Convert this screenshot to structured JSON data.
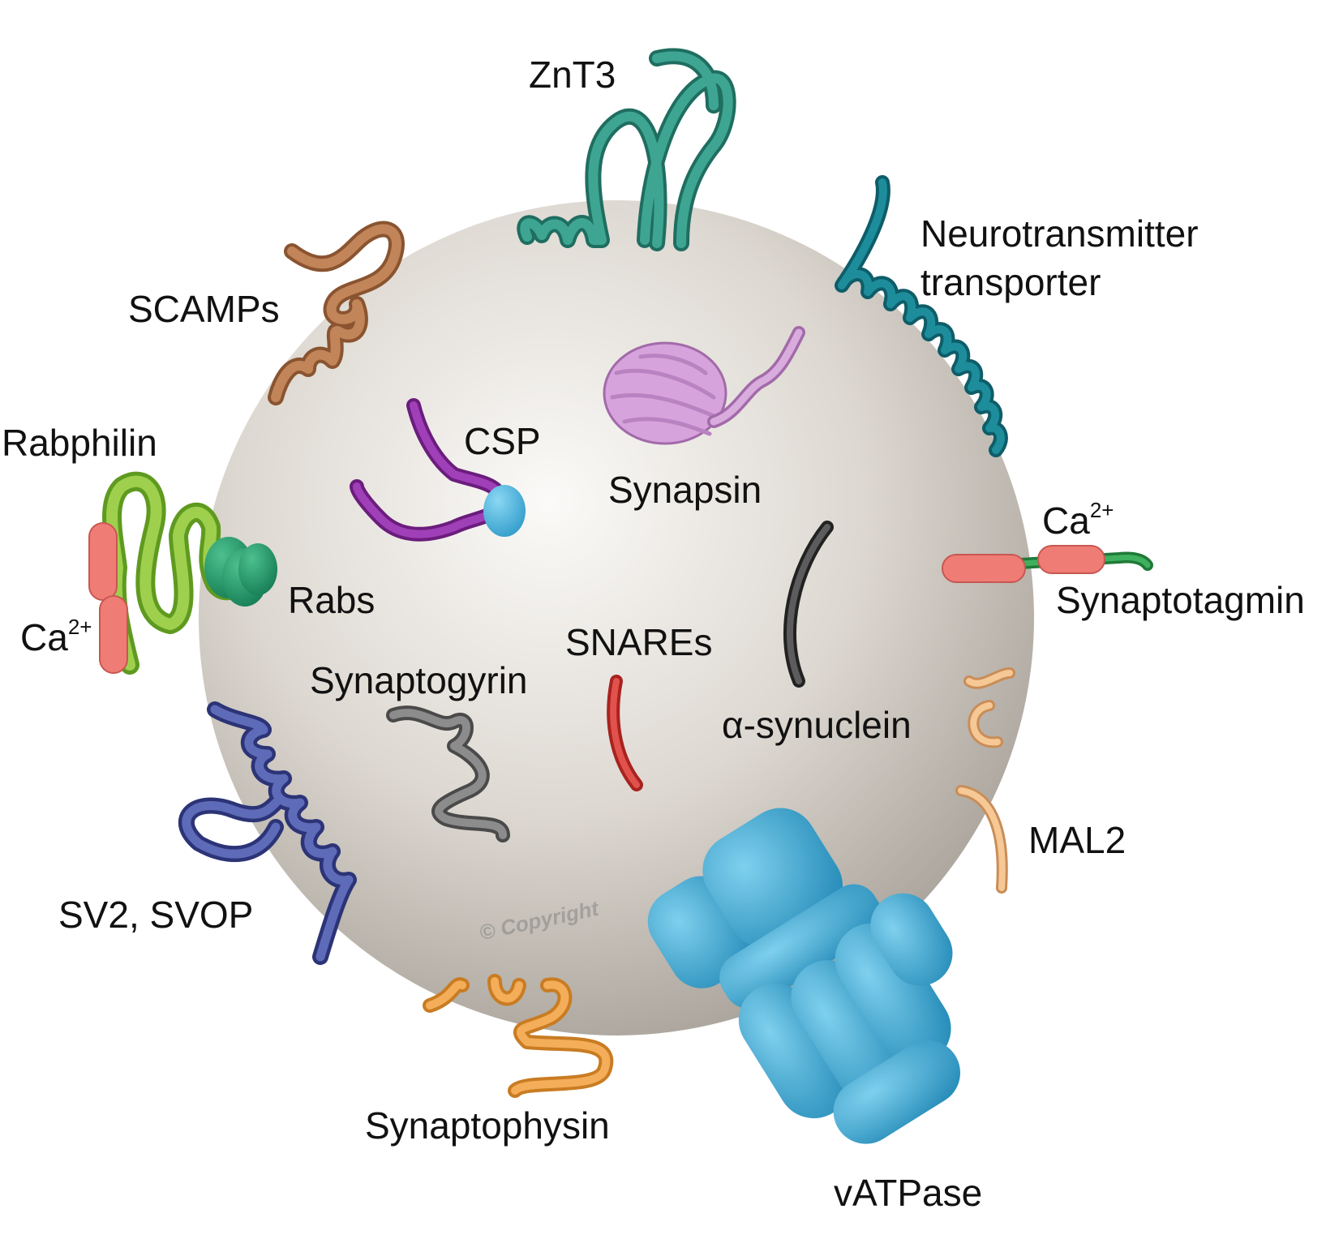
{
  "labels": {
    "znt3": "ZnT3",
    "neurotransmitter_line1": "Neurotransmitter",
    "neurotransmitter_line2": "transporter",
    "scamps": "SCAMPs",
    "rabphilin": "Rabphilin",
    "csp": "CSP",
    "synapsin": "Synapsin",
    "ca_right": "Ca",
    "ca_right_sup": "2+",
    "synaptotagmin": "Synaptotagmin",
    "rabs": "Rabs",
    "ca_left": "Ca",
    "ca_left_sup": "2+",
    "snares": "SNAREs",
    "synaptogyrin": "Synaptogyrin",
    "alpha_synuclein": "α-synuclein",
    "mal2": "MAL2",
    "sv2_svop": "SV2, SVOP",
    "synaptophysin": "Synaptophysin",
    "vatpase": "vATPase",
    "watermark": "© Copyright"
  },
  "colors": {
    "vesicle_light": "#f4f2ee",
    "vesicle_dark": "#9c968e",
    "znt3": "#2e8b7a",
    "neurotransmitter_transporter": "#15808f",
    "scamps": "#b87a52",
    "rabphilin": "#8cc43c",
    "ca_domain": "#f07f78",
    "rabs": "#22946a",
    "csp": "#8e2ea3",
    "csp_domain": "#48b8e0",
    "synapsin": "#d7a4dd",
    "synaptotagmin": "#2a9848",
    "alpha_synuclein": "#4a4a4a",
    "snares": "#d8403e",
    "synaptogyrin": "#7a7a7a",
    "mal2": "#f3bc86",
    "sv2_svop": "#4a56a2",
    "synaptophysin": "#f0a447",
    "vatpase": "#39a6cf"
  }
}
